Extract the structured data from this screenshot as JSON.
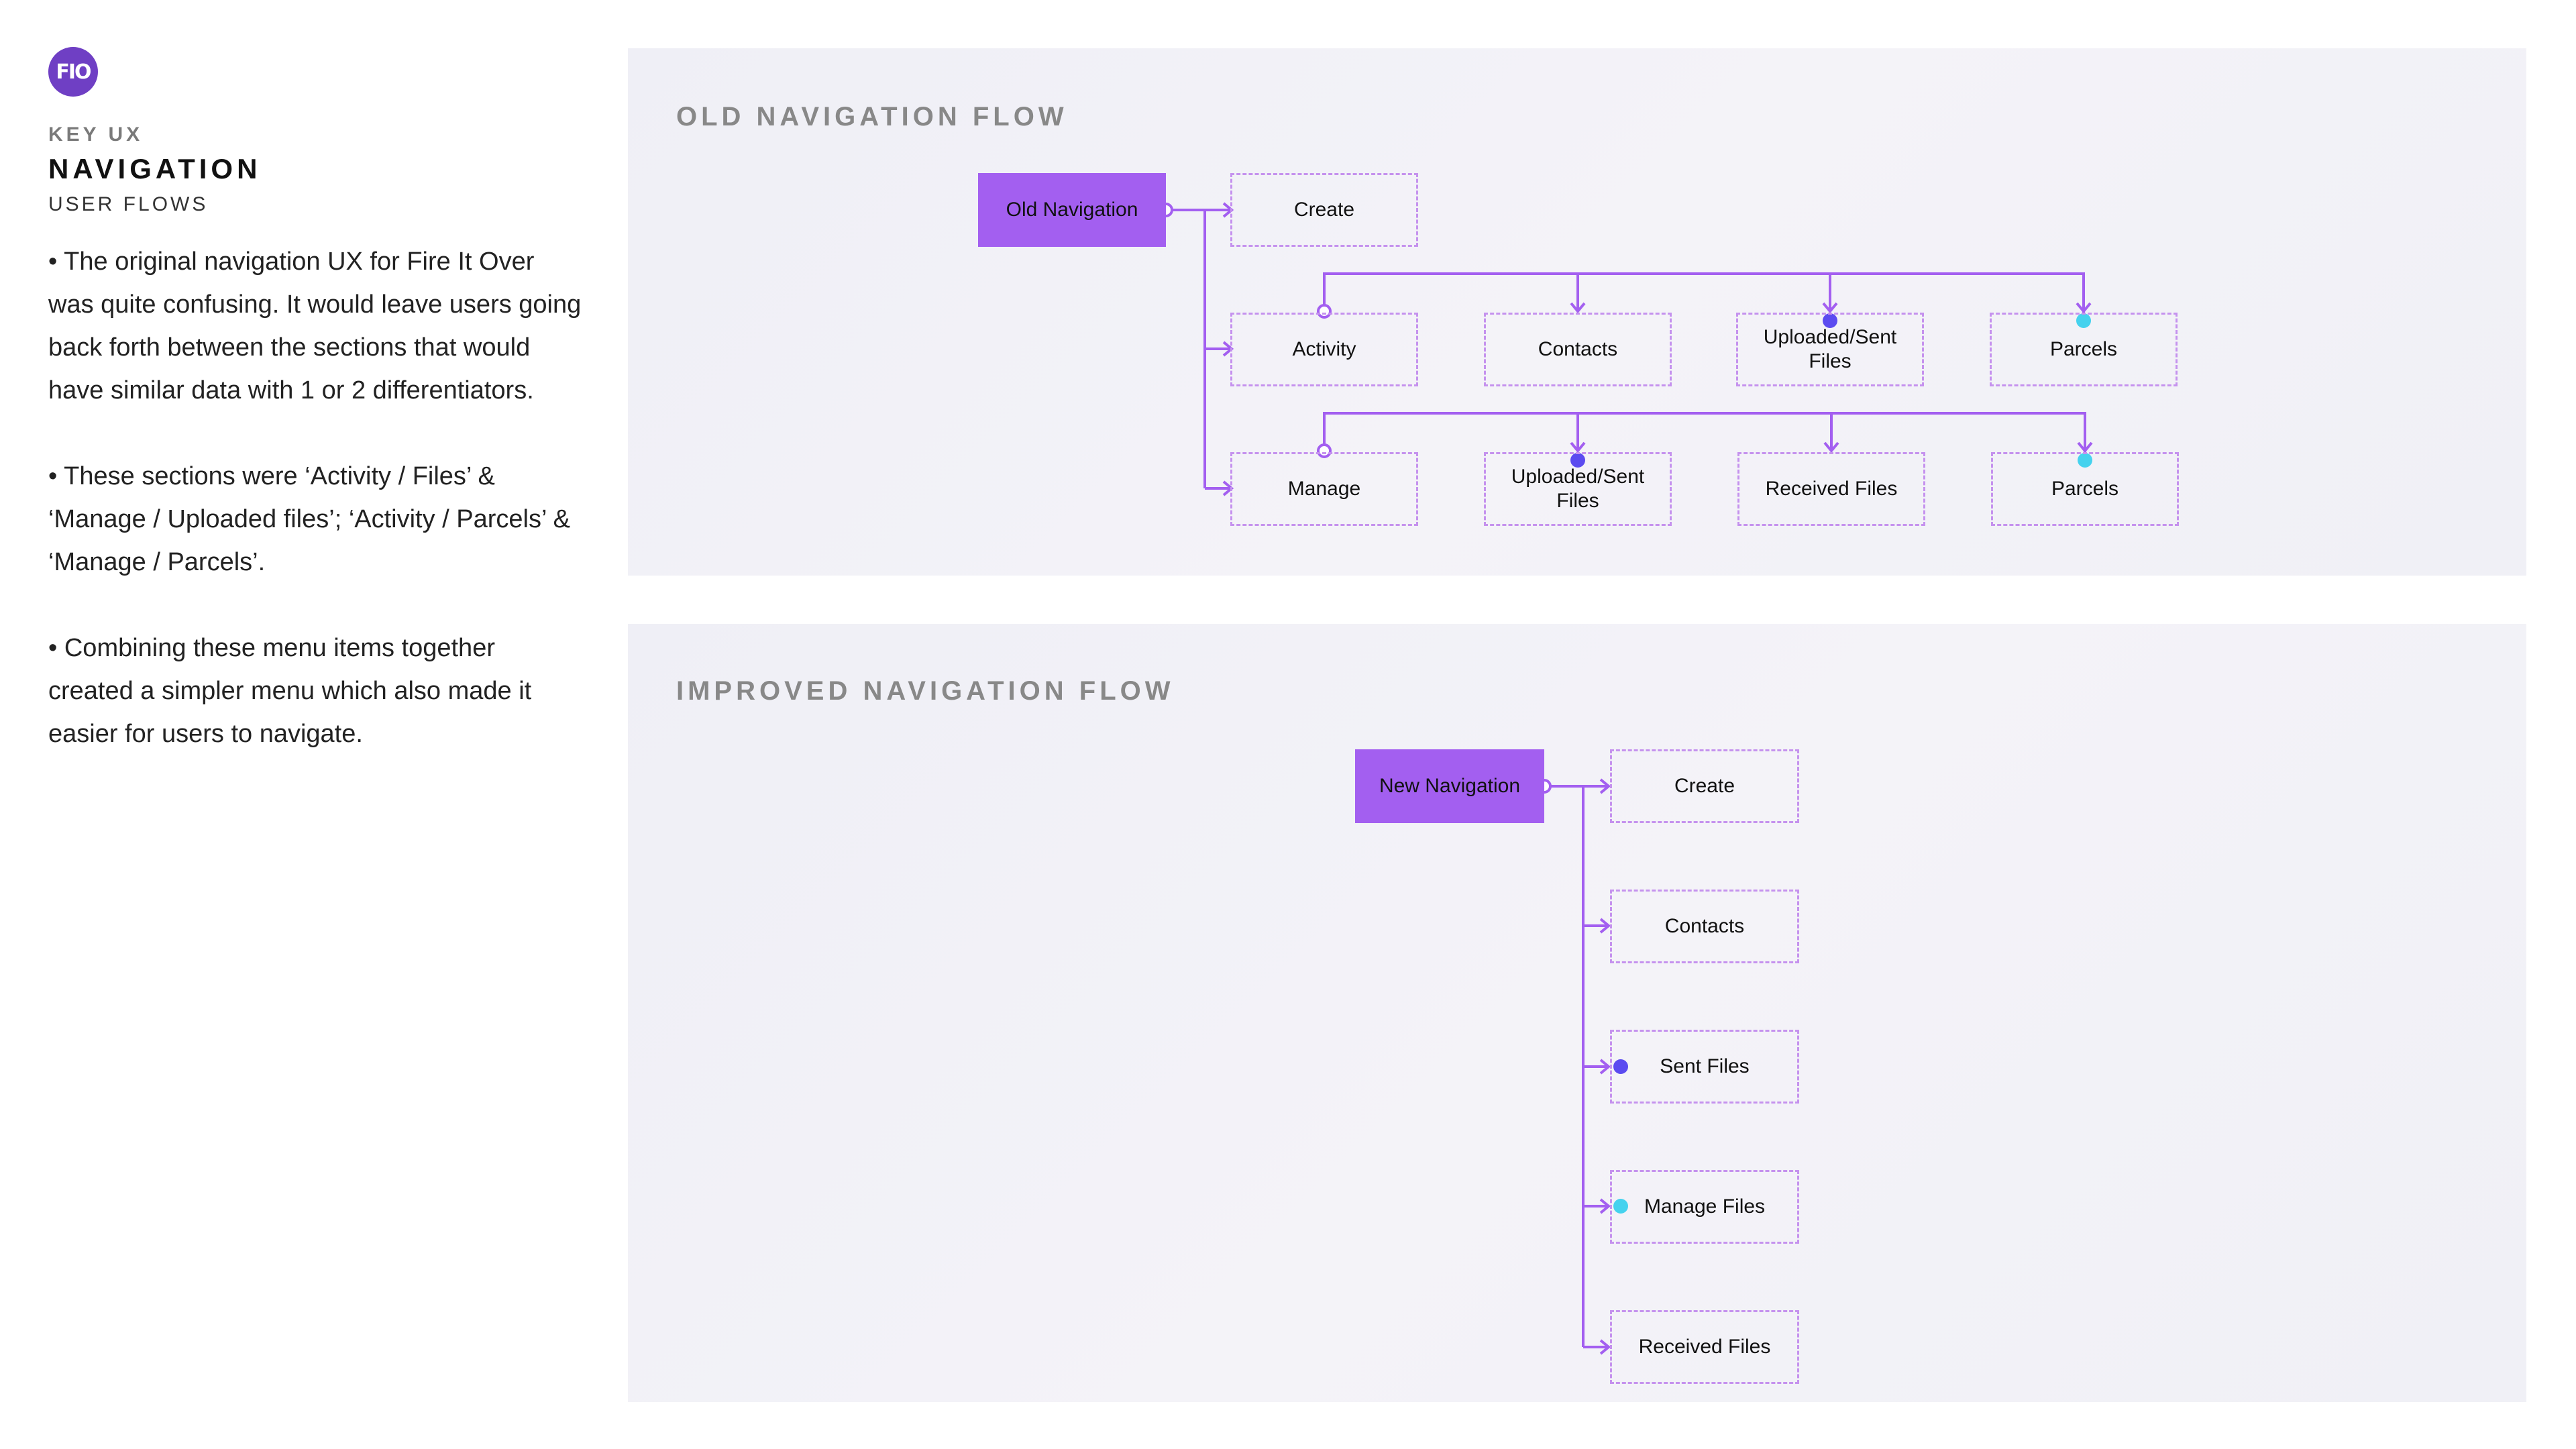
{
  "sidebar": {
    "logo_text": "FIO",
    "kicker": "KEY UX",
    "heading": "NAVIGATION",
    "subheading": "USER FLOWS",
    "bullets": [
      "• The original navigation UX for Fire It Over was quite confusing. It would leave users going back forth between the sections that would have similar data with 1 or 2 differentiators.",
      "• These sections were ‘Activity / Files’ & ‘Manage / Uploaded files’; ‘Activity / Parcels’ & ‘Manage / Parcels’.",
      "• Combining these menu items together created a simpler menu which also made it easier for users to navigate."
    ]
  },
  "old_flow": {
    "title": "OLD NAVIGATION FLOW",
    "root": "Old Navigation",
    "create": "Create",
    "activity": "Activity",
    "activity_children": [
      "Contacts",
      "Uploaded/Sent Files",
      "Parcels"
    ],
    "manage": "Manage",
    "manage_children": [
      "Uploaded/Sent Files",
      "Received Files",
      "Parcels"
    ]
  },
  "new_flow": {
    "title": "IMPROVED NAVIGATION FLOW",
    "root": "New Navigation",
    "items": [
      "Create",
      "Contacts",
      "Sent Files",
      "Manage Files",
      "Received Files"
    ]
  },
  "colors": {
    "root_fill": "#a35ff0",
    "connector": "#a35ff0",
    "child_border": "#c592ee",
    "marker_blue": "#5b4bf0",
    "marker_cyan": "#45d2ee"
  }
}
